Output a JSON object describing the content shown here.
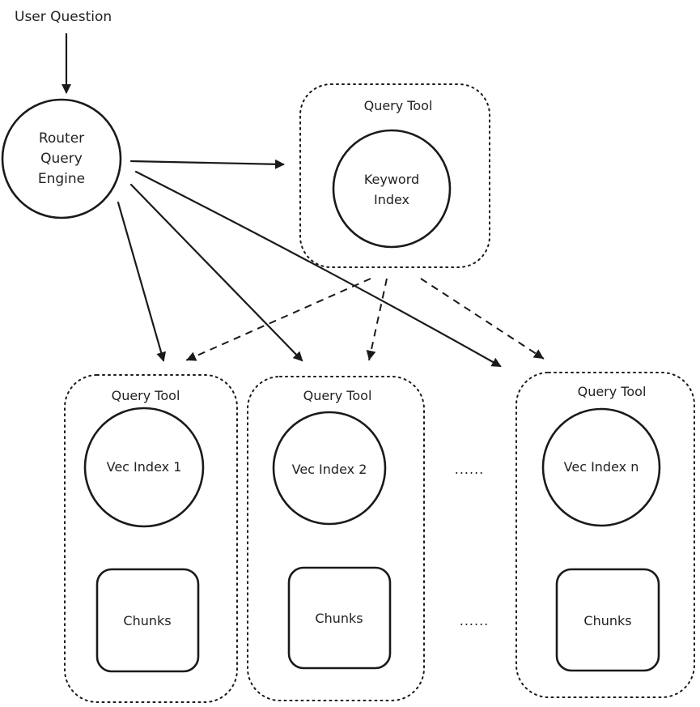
{
  "input": {
    "label": "User Question"
  },
  "router": {
    "line1": "Router",
    "line2": "Query",
    "line3": "Engine"
  },
  "keyword_tool": {
    "title": "Query Tool",
    "index_line1": "Keyword",
    "index_line2": "Index"
  },
  "vector_tools": [
    {
      "title": "Query Tool",
      "index": "Vec Index 1",
      "chunks": "Chunks"
    },
    {
      "title": "Query Tool",
      "index": "Vec Index 2",
      "chunks": "Chunks"
    },
    {
      "title": "Query Tool",
      "index": "Vec Index n",
      "chunks": "Chunks"
    }
  ],
  "ellipsis": {
    "index_row": "......",
    "chunks_row": "......"
  }
}
